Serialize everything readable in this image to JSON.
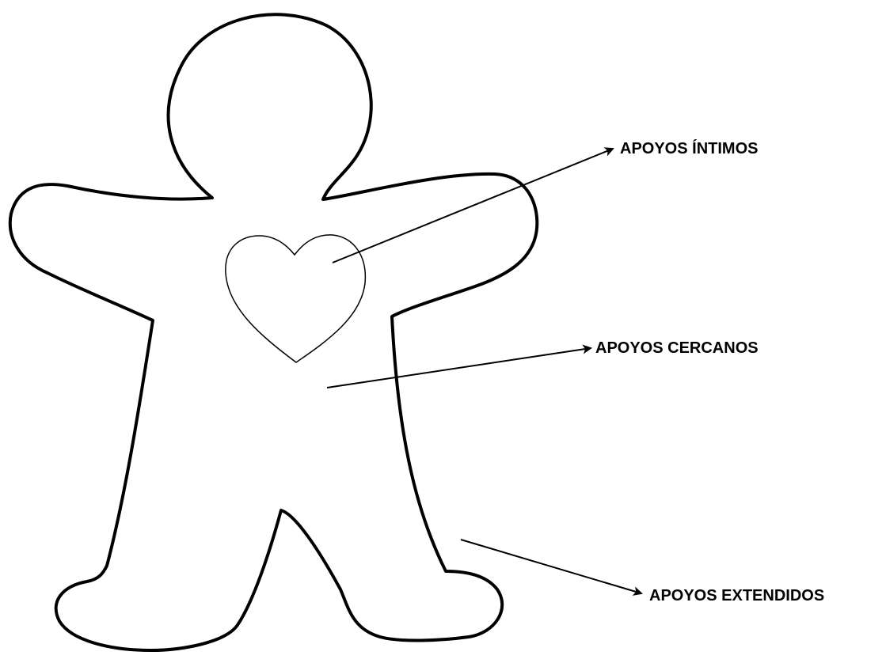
{
  "labels": {
    "intimate": "APOYOS ÍNTIMOS",
    "close": "APOYOS CERCANOS",
    "extended": "APOYOS EXTENDIDOS"
  },
  "icons": {
    "figure": "person-outline-icon",
    "heart": "heart-icon"
  },
  "colors": {
    "stroke": "#000000",
    "background": "#ffffff"
  }
}
